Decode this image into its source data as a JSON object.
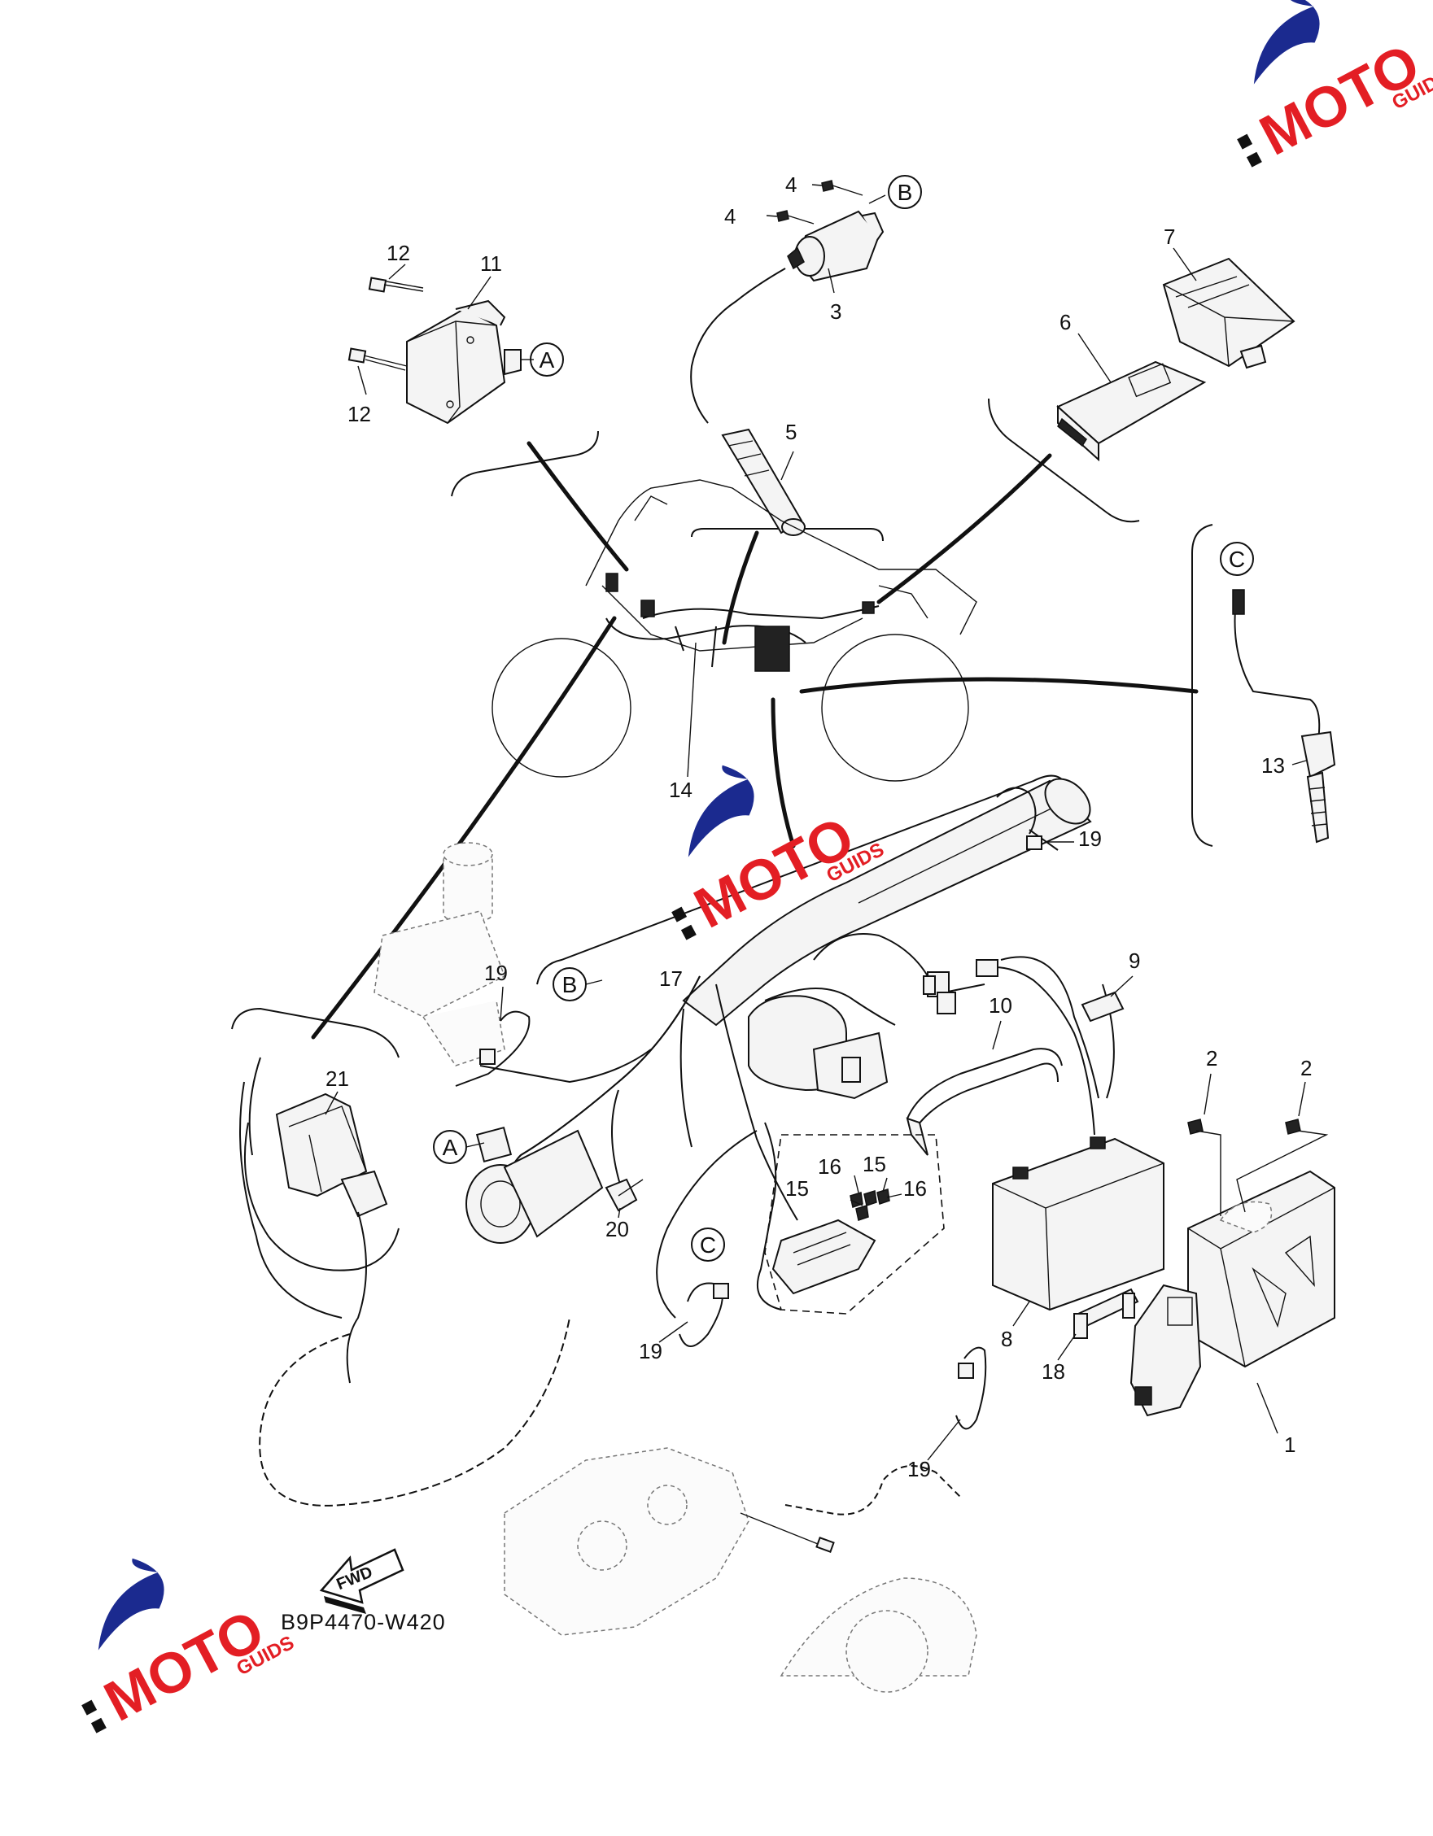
{
  "diagram_code": "B9P4470-W420",
  "fwd_label": "FWD",
  "callouts": {
    "A": "A",
    "B": "B",
    "C": "C"
  },
  "part_labels": {
    "p1": "1",
    "p2a": "2",
    "p2b": "2",
    "p3": "3",
    "p4a": "4",
    "p4b": "4",
    "p5": "5",
    "p6": "6",
    "p7": "7",
    "p8": "8",
    "p9": "9",
    "p10": "10",
    "p11": "11",
    "p12a": "12",
    "p12b": "12",
    "p13": "13",
    "p14": "14",
    "p15a": "15",
    "p15b": "15",
    "p16a": "16",
    "p16b": "16",
    "p17": "17",
    "p18": "18",
    "p19a": "19",
    "p19b": "19",
    "p19c": "19",
    "p19d": "19",
    "p20": "20",
    "p21": "21"
  },
  "watermark": {
    "text_main": "MOTO",
    "text_sub": "GUIDS",
    "colors": {
      "red": "#e31e24",
      "blue": "#1b2a8f",
      "black": "#111111"
    }
  }
}
